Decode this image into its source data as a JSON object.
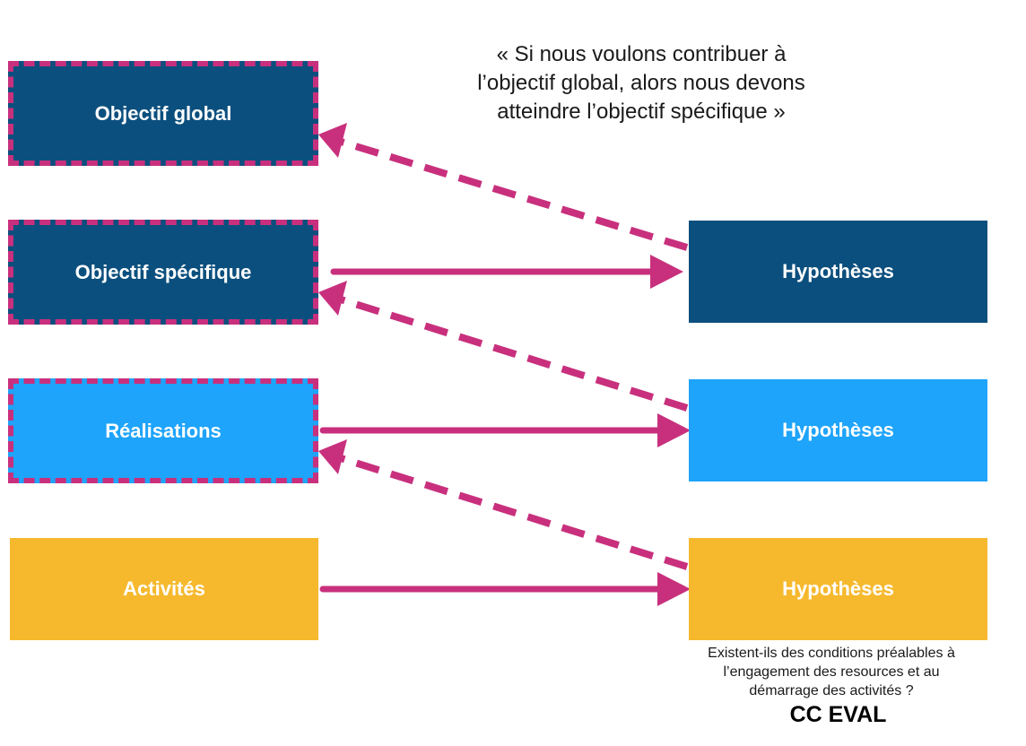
{
  "colors": {
    "dark_blue": "#0b4f7e",
    "light_blue": "#1ea4fa",
    "yellow": "#f6b92e",
    "magenta": "#c8307d"
  },
  "left_boxes": [
    {
      "label": "Objectif global",
      "color": "#0b4f7e",
      "dashed_border": true
    },
    {
      "label": "Objectif spécifique",
      "color": "#0b4f7e",
      "dashed_border": true
    },
    {
      "label": "Réalisations",
      "color": "#1ea4fa",
      "dashed_border": true
    },
    {
      "label": "Activités",
      "color": "#f6b92e",
      "dashed_border": false
    }
  ],
  "right_boxes": [
    {
      "label": "Hypothèses",
      "color": "#0b4f7e"
    },
    {
      "label": "Hypothèses",
      "color": "#1ea4fa"
    },
    {
      "label": "Hypothèses",
      "color": "#f6b92e"
    }
  ],
  "quote": {
    "line1": "« Si nous voulons contribuer à",
    "line2": "l’objectif global, alors nous devons",
    "line3": "atteindre l’objectif spécifique »"
  },
  "question": {
    "line1": "Existent-ils des conditions préalables à",
    "line2": "l’engagement des resources et au",
    "line3": "démarrage des activités ?"
  },
  "footer": "CC EVAL"
}
